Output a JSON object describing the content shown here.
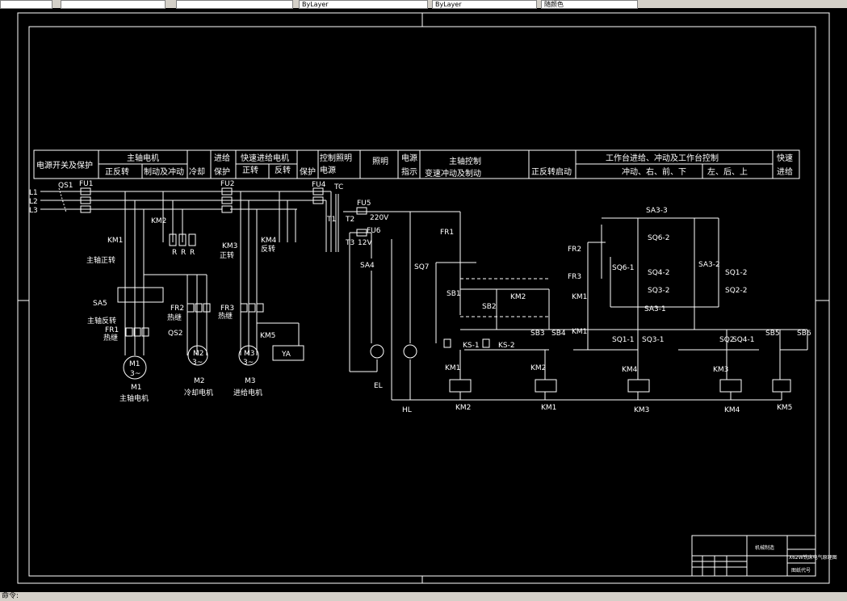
{
  "toolbar": {
    "fields": [
      "",
      "ByLayer",
      "ByLayer",
      "随颜色"
    ]
  },
  "statusbar": {
    "text": "命令:"
  },
  "header": {
    "top": [
      "电源开关及保护",
      "主轴电机",
      "进给",
      "快速进给电机",
      "控制照明",
      "照明",
      "电源",
      "主轴控制",
      "工作台进给、冲动及工作台控制",
      "快速"
    ],
    "bottom": [
      "正反转",
      "制动及冲动",
      "冷却",
      "保护",
      "正转",
      "反转",
      "保护",
      "电源",
      "指示",
      "变速冲动及制动",
      "正反转启动",
      "冲动、右、前、下",
      "左、后、上",
      "进给"
    ]
  },
  "labels": {
    "L1": "L1",
    "L2": "L2",
    "L3": "L3",
    "QS1": "QS1",
    "FU1": "FU1",
    "FU2": "FU2",
    "FU4": "FU4",
    "TC": "TC",
    "FU5": "FU5",
    "FU6": "FU6",
    "v220": "220V",
    "v12": "12V",
    "T1": "T1",
    "T2": "T2",
    "T3": "T3",
    "KM1": "KM1",
    "KM2": "KM2",
    "KM3": "KM3",
    "KM4": "KM4",
    "KM5": "KM5",
    "R1": "R",
    "R2": "R",
    "R3": "R",
    "zz": "主轴正转",
    "zf": "主轴反转",
    "zheng": "正转",
    "fan": "反转",
    "SA5": "SA5",
    "FR1": "FR1",
    "FR2": "FR2",
    "FR3": "FR3",
    "re1": "热继",
    "re2": "热继",
    "re3": "热继",
    "QS2": "QS2",
    "YA": "YA",
    "M1": "M1",
    "M2": "M2",
    "M3": "M3",
    "v3": "3~",
    "M1n": "主轴电机",
    "M2n": "冷却电机",
    "M3n": "进给电机",
    "SA4": "SA4",
    "EL": "EL",
    "HL": "HL",
    "SQ7": "SQ7",
    "SB1": "SB1",
    "SB2": "SB2",
    "SB3": "SB3",
    "SB4": "SB4",
    "SB5": "SB5",
    "SB6": "SB6",
    "KS1": "KS-1",
    "KS2": "KS-2",
    "SA3_3": "SA3-3",
    "SA3_2": "SA3-2",
    "SA3_1": "SA3-1",
    "SQ6_2": "SQ6-2",
    "SQ6_1": "SQ6-1",
    "SQ4_2": "SQ4-2",
    "SQ3_2": "SQ3-2",
    "SQ1_2": "SQ1-2",
    "SQ2_2": "SQ2-2",
    "SQ1_1": "SQ1-1",
    "SQ3_1": "SQ3-1",
    "SQ2_1": "SQ2",
    "SQ4_1": "SQ4-1"
  },
  "title_block": {
    "a": "机械制造",
    "b": "X62W铣床电气原理图",
    "c": "图纸代号"
  },
  "colors": {
    "line": "#ffffff",
    "bg": "#000000"
  }
}
